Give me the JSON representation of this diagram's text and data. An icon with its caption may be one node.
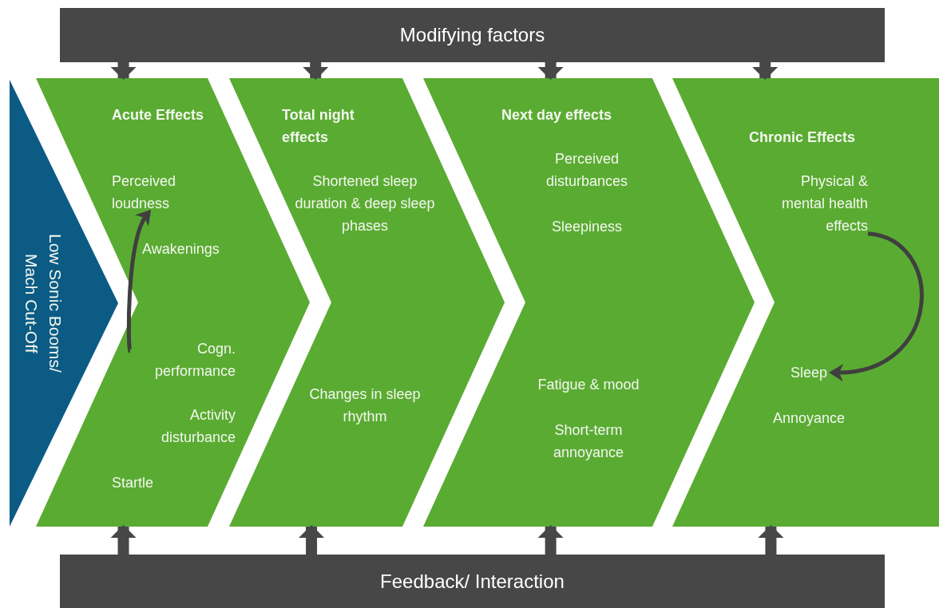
{
  "diagram": {
    "nodes": [
      {
        "text": [
          "Modifying factors"
        ]
      },
      {
        "text": [
          "Low Sonic Booms/ Mach Cut-Off"
        ]
      },
      {
        "text": [
          "Acute Effects"
        ]
      },
      {
        "text": [
          "Perceived loudness"
        ],
        "in": 2
      },
      {
        "text": [
          "Awakenings"
        ],
        "in": 2
      },
      {
        "text": [
          "Cogn. performance"
        ],
        "in": 2
      },
      {
        "text": [
          "Activity disturbance"
        ],
        "in": 2
      },
      {
        "text": [
          "Startle"
        ],
        "in": 2
      },
      {
        "text": [
          "Total night effects"
        ]
      },
      {
        "text": [
          "Shortened sleep duration & deep sleep phases"
        ],
        "in": 8
      },
      {
        "text": [
          "Changes in sleep rhythm"
        ],
        "in": 8
      },
      {
        "text": [
          "Next day effects"
        ]
      },
      {
        "text": [
          "Perceived disturbances"
        ],
        "in": 11
      },
      {
        "text": [
          "Sleepiness"
        ],
        "in": 11
      },
      {
        "text": [
          "Fatigue & mood"
        ],
        "in": 11
      },
      {
        "text": [
          "Short-term annoyance"
        ],
        "in": 11
      },
      {
        "text": [
          "Chronic Effects"
        ]
      },
      {
        "text": [
          "Physical & mental health effects"
        ],
        "in": 16
      },
      {
        "text": [
          "Sleep"
        ],
        "in": 16
      },
      {
        "text": [
          "Annoyance"
        ],
        "in": 16
      },
      {
        "text": [
          "Feedback/ Interaction"
        ]
      }
    ],
    "edges": [
      {
        "from": 0,
        "to": 2,
        "arrow": "to"
      },
      {
        "from": 0,
        "to": 8,
        "arrow": "to"
      },
      {
        "from": 0,
        "to": 11,
        "arrow": "to"
      },
      {
        "from": 0,
        "to": 16,
        "arrow": "to"
      },
      {
        "from": 5,
        "to": 3,
        "arrow": "to"
      },
      {
        "from": 17,
        "to": 18,
        "arrow": "to"
      },
      {
        "from": 20,
        "to": 2,
        "arrow": "to"
      },
      {
        "from": 20,
        "to": 8,
        "arrow": "to"
      },
      {
        "from": 20,
        "to": 11,
        "arrow": "to"
      },
      {
        "from": 20,
        "to": 16,
        "arrow": "to"
      }
    ]
  }
}
